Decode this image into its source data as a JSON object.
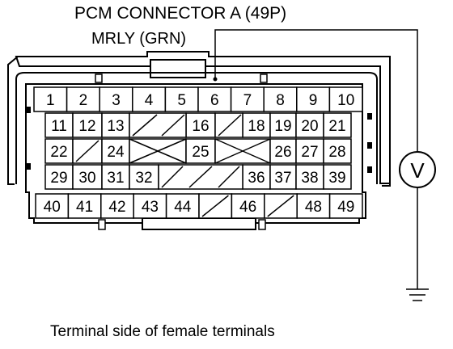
{
  "title": "PCM CONNECTOR A (49P)",
  "wire_label": "MRLY (GRN)",
  "caption": "Terminal side of female terminals",
  "meter_symbol": "V",
  "probe_pin": 6,
  "terminals": {
    "row1": [
      1,
      2,
      3,
      4,
      5,
      6,
      7,
      8,
      9,
      10
    ],
    "row2": [
      11,
      12,
      13,
      null,
      null,
      16,
      null,
      18,
      19,
      20,
      21
    ],
    "row3": [
      22,
      null,
      24,
      null,
      25,
      null,
      26,
      27,
      28
    ],
    "row4": [
      29,
      30,
      31,
      32,
      null,
      null,
      null,
      36,
      37,
      38,
      39
    ],
    "row5": [
      40,
      41,
      42,
      43,
      44,
      null,
      46,
      null,
      48,
      49
    ]
  },
  "colors": {
    "line": "#000000",
    "background": "#ffffff"
  }
}
